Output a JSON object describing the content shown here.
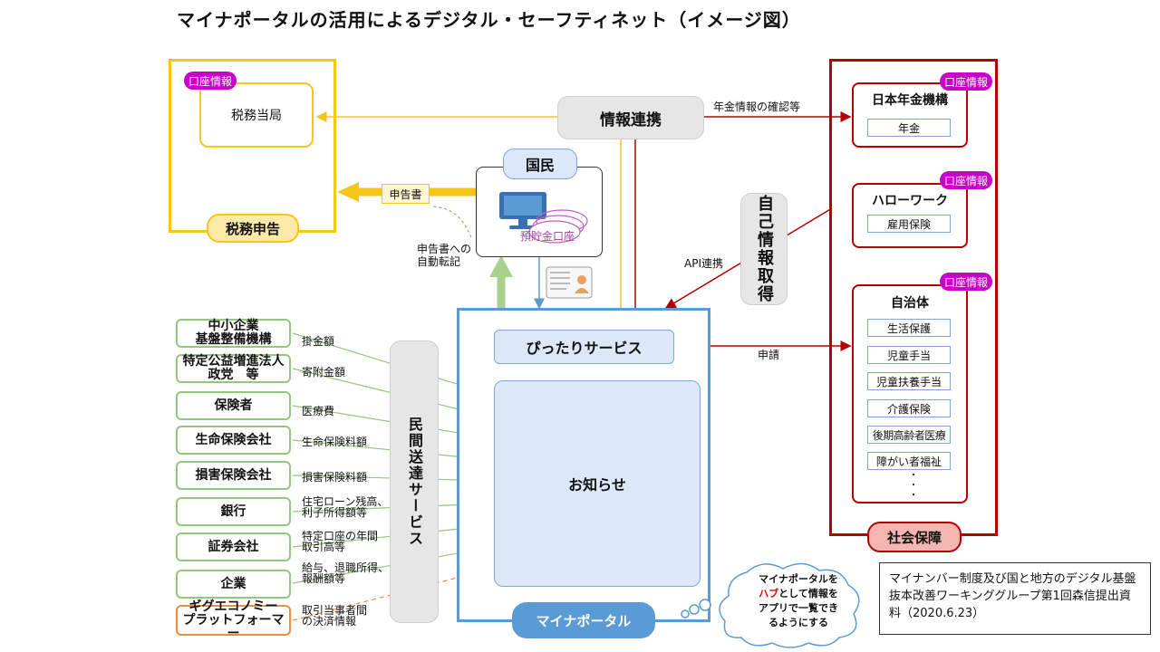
{
  "title": "マイナポータルの活用によるデジタル・セーフティネット（イメージ図）",
  "badge_label": "口座情報",
  "tax": {
    "frame_label": "税務申告",
    "office": "税務当局",
    "form": "申告書",
    "auto_transcribe": [
      "申告書への",
      "自動転記"
    ]
  },
  "citizen": {
    "label": "国民",
    "account": "預貯金口座"
  },
  "info_link": "情報連携",
  "pension_confirm": "年金情報の確認等",
  "self_info": "自己情報取得",
  "api_link": "API連携",
  "apply": "申請",
  "social": {
    "frame_label": "社会保障",
    "pension_org": "日本年金機構",
    "pension": "年金",
    "hellowork": "ハローワーク",
    "employment": "雇用保険",
    "municipality": "自治体",
    "muni_items": [
      "生活保護",
      "児童手当",
      "児童扶養手当",
      "介護保険",
      "後期高齢者医療",
      "障がい者福祉"
    ],
    "dots": "・\n・\n・"
  },
  "portal": {
    "pittari": "ぴったりサービス",
    "notice": "お知らせ",
    "name": "マイナポータル"
  },
  "private_service": "民間送達サービス",
  "providers": [
    {
      "name": [
        "中小企業",
        "基盤整備機構"
      ],
      "item": [
        "掛金額"
      ]
    },
    {
      "name": [
        "特定公益増進法人",
        "政党　等"
      ],
      "item": [
        "寄附金額"
      ]
    },
    {
      "name": [
        "保険者"
      ],
      "item": [
        "医療費"
      ]
    },
    {
      "name": [
        "生命保険会社"
      ],
      "item": [
        "生命保険料額"
      ]
    },
    {
      "name": [
        "損害保険会社"
      ],
      "item": [
        "損害保険料額"
      ]
    },
    {
      "name": [
        "銀行"
      ],
      "item": [
        "住宅ローン残高、",
        "利子所得額等"
      ]
    },
    {
      "name": [
        "証券会社"
      ],
      "item": [
        "特定口座の年間",
        "取引高等"
      ]
    },
    {
      "name": [
        "企業"
      ],
      "item": [
        "給与、退職所得、",
        "報酬額等"
      ]
    },
    {
      "name": [
        "ギグエコノミー",
        "プラットフォーマー"
      ],
      "item": [
        "取引当事者間",
        "の決済情報"
      ]
    }
  ],
  "cloud": {
    "line1": "マイナポータルを",
    "line2_hub": "ハブ",
    "line2_rest": "として情報を",
    "line3": "アプリで一覧でき",
    "line4": "るようにする",
    "hub_color": "#e00000"
  },
  "source_note": "マイナンバー制度及び国と地方のデジタル基盤抜本改善ワーキンググループ第1回森信提出資料（2020.6.23）",
  "colors": {
    "gold": "#f5c518",
    "red": "#b40000",
    "blue": "#5b9bd5",
    "green": "#92c77e",
    "magenta": "#c800c8",
    "orange": "#f08c3c"
  }
}
